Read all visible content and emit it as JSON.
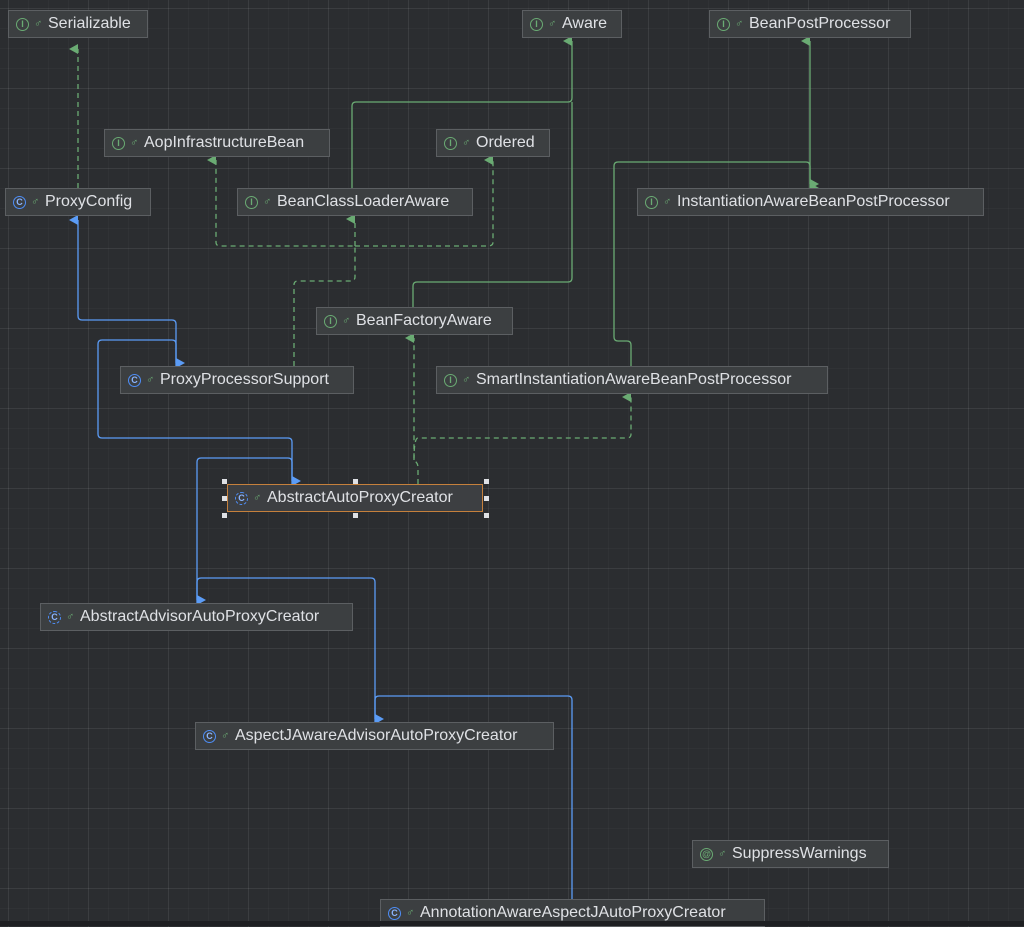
{
  "diagram": {
    "nodes": [
      {
        "id": "serializable",
        "kind": "interface",
        "badge": "I",
        "label": "Serializable"
      },
      {
        "id": "aware",
        "kind": "interface",
        "badge": "I",
        "label": "Aware"
      },
      {
        "id": "bean-post-processor",
        "kind": "interface",
        "badge": "I",
        "label": "BeanPostProcessor"
      },
      {
        "id": "aop-infrastructure-bean",
        "kind": "interface",
        "badge": "I",
        "label": "AopInfrastructureBean"
      },
      {
        "id": "ordered",
        "kind": "interface",
        "badge": "I",
        "label": "Ordered"
      },
      {
        "id": "proxy-config",
        "kind": "class",
        "badge": "C",
        "label": "ProxyConfig"
      },
      {
        "id": "bean-class-loader-aware",
        "kind": "interface",
        "badge": "I",
        "label": "BeanClassLoaderAware"
      },
      {
        "id": "instantiation-aware-bean-post-processor",
        "kind": "interface",
        "badge": "I",
        "label": "InstantiationAwareBeanPostProcessor"
      },
      {
        "id": "bean-factory-aware",
        "kind": "interface",
        "badge": "I",
        "label": "BeanFactoryAware"
      },
      {
        "id": "proxy-processor-support",
        "kind": "class",
        "badge": "C",
        "label": "ProxyProcessorSupport"
      },
      {
        "id": "smart-instantiation-aware-bean-post-processor",
        "kind": "interface",
        "badge": "I",
        "label": "SmartInstantiationAwareBeanPostProcessor"
      },
      {
        "id": "abstract-auto-proxy-creator",
        "kind": "abstract",
        "badge": "C",
        "label": "AbstractAutoProxyCreator",
        "selected": true
      },
      {
        "id": "abstract-advisor-auto-proxy-creator",
        "kind": "abstract",
        "badge": "C",
        "label": "AbstractAdvisorAutoProxyCreator"
      },
      {
        "id": "aspectj-aware-advisor-auto-proxy-creator",
        "kind": "class",
        "badge": "C",
        "label": "AspectJAwareAdvisorAutoProxyCreator"
      },
      {
        "id": "suppress-warnings",
        "kind": "annotation",
        "badge": "@",
        "label": "SuppressWarnings"
      },
      {
        "id": "annotation-aware-aspectj-auto-proxy-creator",
        "kind": "class",
        "badge": "C",
        "label": "AnnotationAwareAspectJAutoProxyCreator"
      }
    ],
    "edges": [
      {
        "from": "proxy-config",
        "to": "serializable",
        "type": "implements"
      },
      {
        "from": "bean-class-loader-aware",
        "to": "aware",
        "type": "extends-interface"
      },
      {
        "from": "bean-factory-aware",
        "to": "aware",
        "type": "extends-interface"
      },
      {
        "from": "instantiation-aware-bean-post-processor",
        "to": "bean-post-processor",
        "type": "extends-interface"
      },
      {
        "from": "smart-instantiation-aware-bean-post-processor",
        "to": "instantiation-aware-bean-post-processor",
        "type": "extends-interface"
      },
      {
        "from": "proxy-processor-support",
        "to": "proxy-config",
        "type": "extends"
      },
      {
        "from": "proxy-processor-support",
        "to": "aop-infrastructure-bean",
        "type": "implements"
      },
      {
        "from": "proxy-processor-support",
        "to": "ordered",
        "type": "implements"
      },
      {
        "from": "proxy-processor-support",
        "to": "bean-class-loader-aware",
        "type": "implements"
      },
      {
        "from": "abstract-auto-proxy-creator",
        "to": "proxy-processor-support",
        "type": "extends"
      },
      {
        "from": "abstract-auto-proxy-creator",
        "to": "bean-factory-aware",
        "type": "implements"
      },
      {
        "from": "abstract-auto-proxy-creator",
        "to": "smart-instantiation-aware-bean-post-processor",
        "type": "implements"
      },
      {
        "from": "abstract-advisor-auto-proxy-creator",
        "to": "abstract-auto-proxy-creator",
        "type": "extends"
      },
      {
        "from": "aspectj-aware-advisor-auto-proxy-creator",
        "to": "abstract-advisor-auto-proxy-creator",
        "type": "extends"
      },
      {
        "from": "annotation-aware-aspectj-auto-proxy-creator",
        "to": "aspectj-aware-advisor-auto-proxy-creator",
        "type": "extends"
      }
    ]
  },
  "colors": {
    "background": "#2b2d30",
    "node_fill": "#3c3f41",
    "node_border": "#5c5f62",
    "selected_border": "#c5803c",
    "interface_edge": "#6aab73",
    "class_edge": "#5b9cf6",
    "text": "#dfe1e5"
  }
}
